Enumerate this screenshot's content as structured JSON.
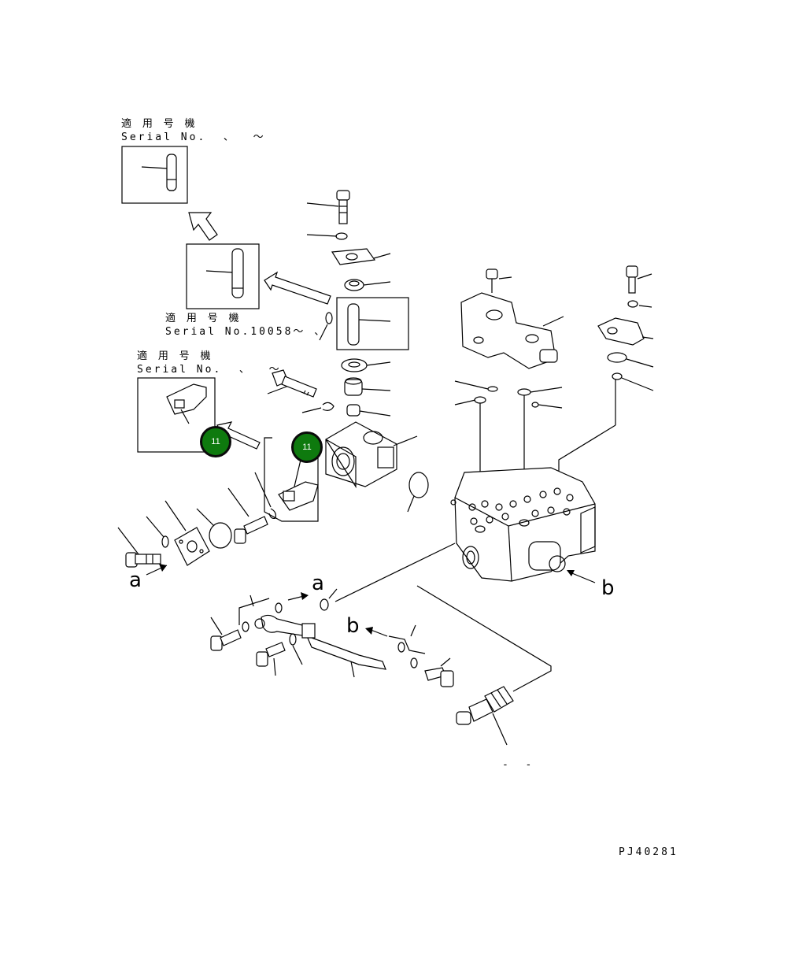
{
  "labels": {
    "applicable_1": "適 用 号 機",
    "serial_1": "Serial No.  、  ～",
    "applicable_2": "適 用 号 機",
    "serial_2": "Serial No.10058～ 、",
    "applicable_3": "適 用 号 機",
    "serial_3": "Serial No.  、  ～",
    "ref_a_left": "a",
    "ref_a_pipe": "a",
    "ref_b_pipe": "b",
    "ref_b_right": "b",
    "bottom_mark": "-  -",
    "drawing_number": "PJ40281"
  },
  "badges": [
    {
      "text": "11"
    },
    {
      "text": "11"
    }
  ],
  "colors": {
    "badge_fill": "#0e7a0e",
    "badge_border": "#0b0b0b",
    "line": "#000000"
  }
}
